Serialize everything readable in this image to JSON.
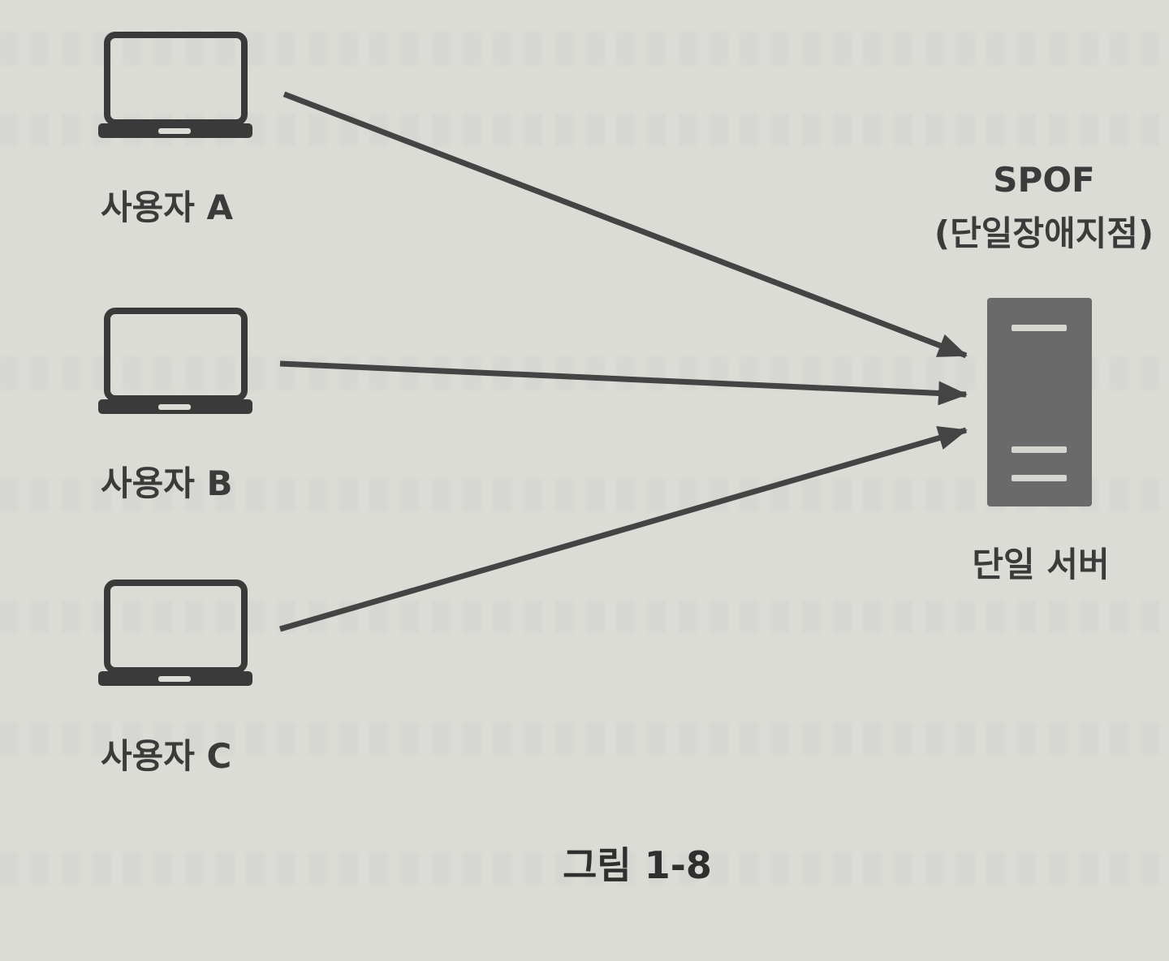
{
  "users": [
    {
      "label": "사용자 A"
    },
    {
      "label": "사용자 B"
    },
    {
      "label": "사용자 C"
    }
  ],
  "server": {
    "spof_title": "SPOF",
    "spof_subtitle": "(단일장애지점)",
    "label": "단일 서버"
  },
  "caption": "그림 1-8",
  "colors": {
    "background": "#dcdcd7",
    "line": "#444444",
    "server_fill": "#6a6a6a",
    "server_stripe": "#dcdcd7"
  }
}
